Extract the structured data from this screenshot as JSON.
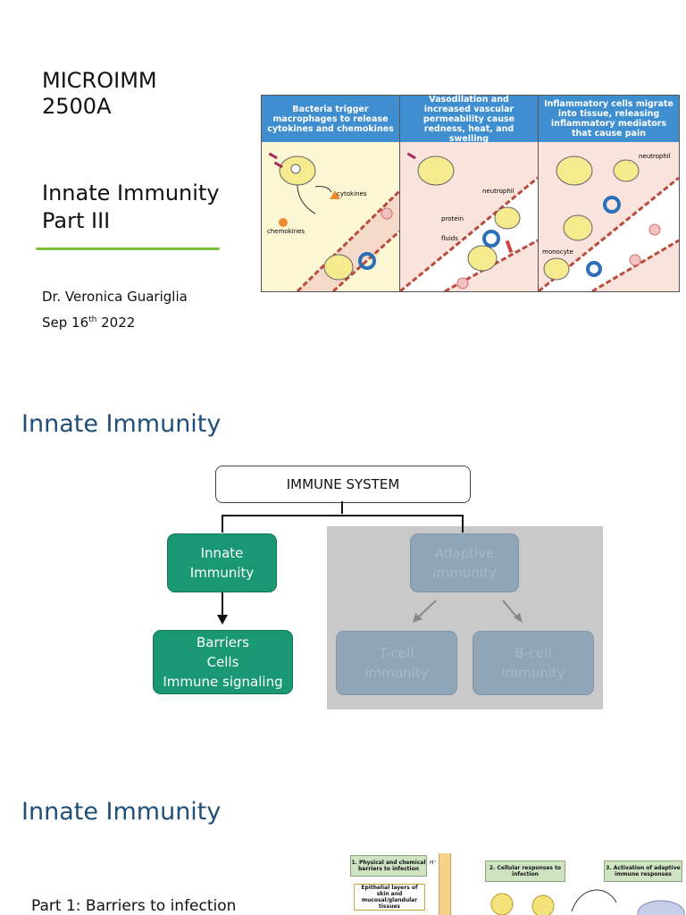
{
  "slide1": {
    "course_line1": "MICROIMM",
    "course_line2": "2500A",
    "topic_line1": "Innate Immunity",
    "topic_line2": "Part III",
    "author": "Dr. Veronica Guariglia",
    "date_prefix": "Sep 16",
    "date_sup": "th",
    "date_year": " 2022",
    "figure": {
      "panel1_header": "Bacteria trigger macrophages to release cytokines and chemokines",
      "panel2_header": "Vasodilation and increased vascular permeability cause redness, heat, and swelling",
      "panel3_header": "Inflammatory cells migrate into tissue, releasing inflammatory mediators that cause pain",
      "label_cytokines": "cytokines",
      "label_chemokines": "chemokines",
      "label_neutrophil": "neutrophil",
      "label_protein": "protein",
      "label_fluids": "fluids",
      "label_neutrophil2": "neutrophil",
      "label_monocyte": "monocyte"
    }
  },
  "slide2": {
    "title": "Innate Immunity",
    "root": "IMMUNE SYSTEM",
    "innate_line1": "Innate",
    "innate_line2": "Immunity",
    "innate_children_line1": "Barriers",
    "innate_children_line2": "Cells",
    "innate_children_line3": "Immune signaling",
    "adaptive_line1": "Adaptive",
    "adaptive_line2": "Immunity",
    "tcell_line1": "T-cell",
    "tcell_line2": "immunity",
    "bcell_line1": "B-cell",
    "bcell_line2": "immunity",
    "colors": {
      "innate": "#1a9874",
      "adaptive_dimmed": "#8fa6b8",
      "gray_overlay": "#c9c9c9"
    }
  },
  "slide3": {
    "title": "Innate Immunity",
    "part1": "Part 1:  Barriers to infection",
    "fig_box1": "1. Physical and chemical barriers to infection",
    "fig_box2": "Epithelial layers of skin and mucosal/glandular tissues",
    "fig_box3": "2. Cellular responses to infection",
    "fig_box4": "3. Activation of adaptive immune responses",
    "fig_label_h": "H⁺"
  }
}
